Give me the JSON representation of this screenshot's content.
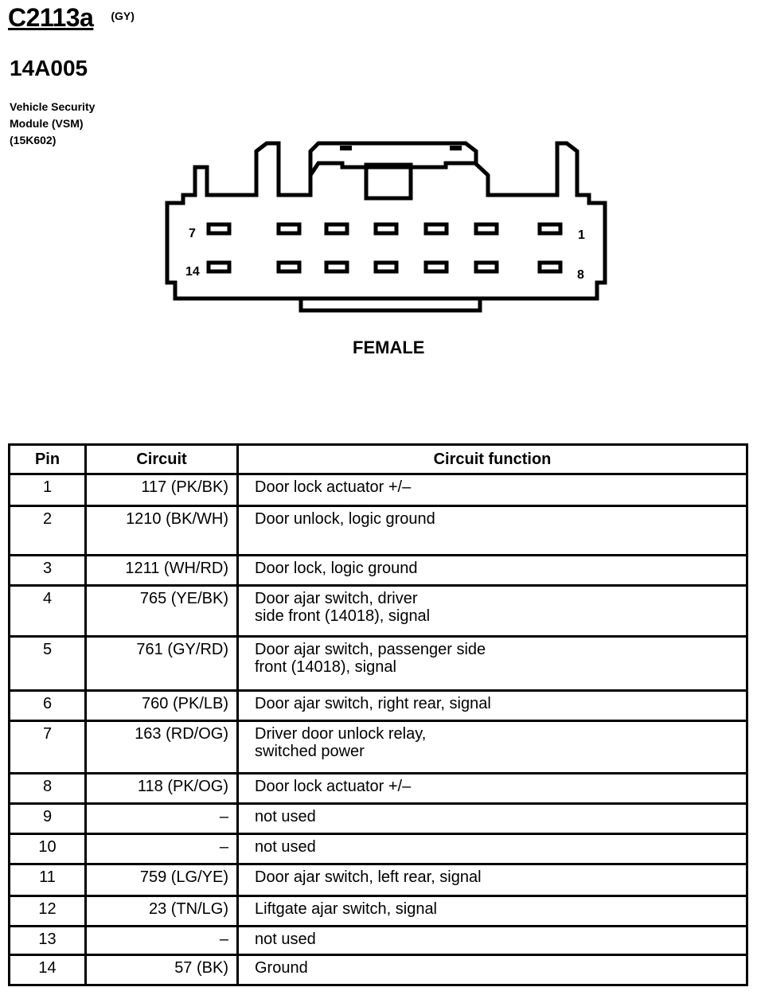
{
  "header": {
    "connector_id": "C2113a",
    "connector_color": "(GY)",
    "part_number": "14A005",
    "component_line1": "Vehicle Security",
    "component_line2": "Module (VSM)",
    "component_line3": "(15K602)"
  },
  "diagram": {
    "pin_label_top_left": "7",
    "pin_label_top_right": "1",
    "pin_label_bottom_left": "14",
    "pin_label_bottom_right": "8",
    "gender": "FEMALE"
  },
  "table": {
    "headers": {
      "pin": "Pin",
      "circuit": "Circuit",
      "function": "Circuit function"
    },
    "rows": [
      {
        "pin": "1",
        "circuit": "117 (PK/BK)",
        "function_1": "Door lock actuator +/–",
        "function_2": ""
      },
      {
        "pin": "2",
        "circuit": "1210 (BK/WH)",
        "function_1": "Door unlock, logic ground",
        "function_2": ""
      },
      {
        "pin": "3",
        "circuit": "1211 (WH/RD)",
        "function_1": "Door lock, logic ground",
        "function_2": ""
      },
      {
        "pin": "4",
        "circuit": "765  (YE/BK)",
        "function_1": "Door ajar switch, driver",
        "function_2": "side front (14018), signal"
      },
      {
        "pin": "5",
        "circuit": "761 (GY/RD)",
        "function_1": "Door ajar switch, passenger side",
        "function_2": "front (14018), signal"
      },
      {
        "pin": "6",
        "circuit": "760 (PK/LB)",
        "function_1": "Door ajar switch, right rear, signal",
        "function_2": ""
      },
      {
        "pin": "7",
        "circuit": "163 (RD/OG)",
        "function_1": "Driver door unlock relay,",
        "function_2": "switched power"
      },
      {
        "pin": "8",
        "circuit": "118 (PK/OG)",
        "function_1": "Door lock actuator +/–",
        "function_2": ""
      },
      {
        "pin": "9",
        "circuit": "–",
        "function_1": "not used",
        "function_2": ""
      },
      {
        "pin": "10",
        "circuit": "–",
        "function_1": "not used",
        "function_2": ""
      },
      {
        "pin": "11",
        "circuit": "759 (LG/YE)",
        "function_1": "Door ajar switch, left rear, signal",
        "function_2": ""
      },
      {
        "pin": "12",
        "circuit": "23 (TN/LG)",
        "function_1": "Liftgate ajar switch, signal",
        "function_2": ""
      },
      {
        "pin": "13",
        "circuit": "–",
        "function_1": "not used",
        "function_2": ""
      },
      {
        "pin": "14",
        "circuit": "57 (BK)",
        "function_1": "Ground",
        "function_2": ""
      }
    ]
  }
}
